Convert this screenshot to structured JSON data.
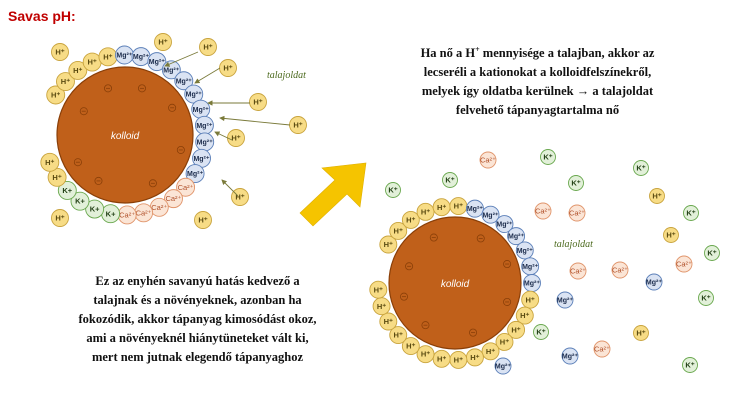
{
  "title": "Savas pH:",
  "colloid_label": "kolloid",
  "solution_label": "talajoldat",
  "ions": {
    "h": "H⁺",
    "k": "K+",
    "k_plain": "K⁺",
    "mg": "Mg²⁺",
    "ca": "Ca²⁺"
  },
  "explanation_top": {
    "line1_pre": "Ha nő a H",
    "line1_sup": "+",
    "line1_post": " mennyisége a talajban, akkor az",
    "line2": "lecseréli a kationokat a kolloidfelszínekről,",
    "line3": "melyek így oldatba kerülnek → a talajoldat",
    "line4": "felvehető tápanyagtartalma nő"
  },
  "explanation_bottom": [
    "Ez az enyhén savanyú hatás kedvező a",
    "talajnak és a növényeknek, azonban ha",
    "fokozódik, akkor tápanyag kimosódást okoz,",
    "ami a növényeknél hiánytüneteket vált ki,",
    "mert nem jutnak elegendő tápanyaghoz"
  ],
  "colors": {
    "title": "#c00000",
    "colloid": "#c0601a",
    "colloid_edge": "#8a3f08",
    "h_fill": "#f7dc86",
    "h_edge": "#c9a43e",
    "k_fill": "#e2f0d9",
    "k_edge": "#6aa84f",
    "mg_fill": "#dae3f3",
    "mg_edge": "#5b7fb8",
    "ca_fill": "#fbe5d6",
    "ca_edge": "#e0946a",
    "arrow": "#f5c400",
    "solution_label": "#4d6b1f"
  }
}
